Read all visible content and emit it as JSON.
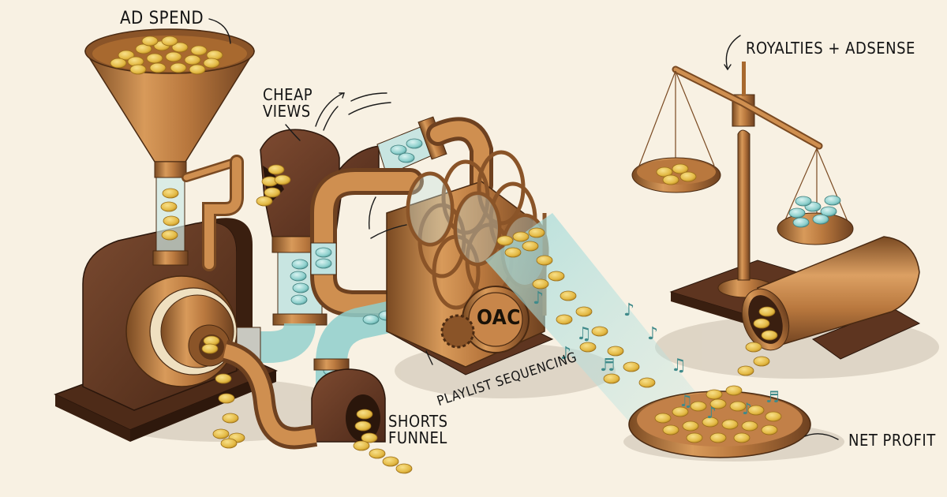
{
  "diagram": {
    "background_color": "#f8f1e3",
    "labels": {
      "ad_spend": "AD SPEND",
      "cheap_views_line1": "CHEAP",
      "cheap_views_line2": "VIEWS",
      "royalties_adsense": "ROYALTIES + ADSENSE",
      "playlist_sequencing": "PLAYLIST SEQUENCING",
      "shorts_funnel_line1": "SHORTS",
      "shorts_funnel_line2": "FUNNEL",
      "net_profit": "NET PROFIT",
      "engine_badge": "OAC"
    },
    "colors": {
      "copper": "#b9783e",
      "copper_light": "#d89a5a",
      "copper_dark": "#7a4a22",
      "wood": "#5e3520",
      "rust": "#6b3a24",
      "coin_gold": "#e8c24e",
      "coin_edge": "#b8891f",
      "glass_teal": "#9fd3d1",
      "teal_coin": "#5fa8a6",
      "ink": "#151515"
    },
    "components": [
      {
        "id": "funnel",
        "label": "AD SPEND"
      },
      {
        "id": "pump-machine",
        "label": ""
      },
      {
        "id": "cheap-views-pipe",
        "label": "CHEAP VIEWS"
      },
      {
        "id": "oac-engine",
        "label": "OAC"
      },
      {
        "id": "shorts-funnel-pipe",
        "label": "SHORTS FUNNEL"
      },
      {
        "id": "balance-scale",
        "label": "ROYALTIES + ADSENSE"
      },
      {
        "id": "output-cannon",
        "label": ""
      },
      {
        "id": "profit-tray",
        "label": "NET PROFIT"
      }
    ]
  }
}
